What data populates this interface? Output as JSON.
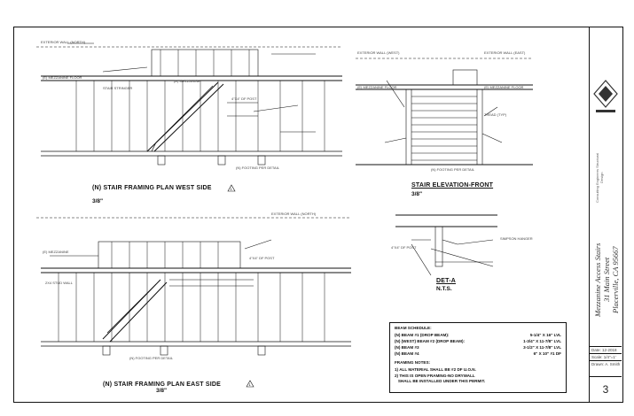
{
  "views": {
    "west": {
      "title": "(N) STAIR FRAMING PLAN WEST SIDE",
      "scale": "3/8\"",
      "tag": "1"
    },
    "front": {
      "title": "STAIR ELEVATION-FRONT",
      "scale": "3/8\""
    },
    "east": {
      "title": "(N) STAIR FRAMING PLAN EAST SIDE",
      "scale": "3/8\"",
      "tag": "1"
    },
    "detail": {
      "title": "DET-A",
      "scale": "N.T.S."
    }
  },
  "notes": {
    "beam_heading": "BEAM SCHEDULE:",
    "beams": [
      {
        "name": "(N) BEAM #1 (DROP BEAM):",
        "size": "5-1/4\" X 16\" LVL"
      },
      {
        "name": "(N) (WEST) BEAM #2   (DROP BEAM):",
        "size": "1-3/4\" X 11-7/8\" LVL"
      },
      {
        "name": "(N) BEAM #3",
        "size": "3-1/2\" X 11-7/8\" LVL"
      },
      {
        "name": "(N) BEAM #4",
        "size": "6\" X 10\" #1 DF"
      }
    ],
    "framing_heading": "FRAMING NOTES:",
    "framing": [
      "1) ALL MATERIAL SHALL BE #2 DF U.O.N.",
      "2) THIS IS OPEN FRAMING-NO DRYWALL",
      "   SHALL BE INSTALLED UNDER THIS PERMIT."
    ]
  },
  "titleblock": {
    "project_line1": "Mezzanine Access Stairs",
    "project_line2": "31 Main Street",
    "project_line3": "Placerville, CA 95667",
    "firm": "Consulting Engineers Structural Design",
    "info": [
      "Date: 12-2018",
      "Scale: 1/4\"=1'",
      "Drawn: A. Smith"
    ],
    "sheet": "3"
  },
  "labels": {
    "ext_wall_north": "EXTERIOR WALL (NORTH)",
    "ext_wall_west": "EXTERIOR WALL (WEST)",
    "ext_wall_east": "EXTERIOR WALL (EAST)",
    "mezz_floor": "(E) MEZZANINE FLOOR",
    "mezz": "(E) MEZZANINE",
    "beam_post": "4\"X4\" DF POST",
    "footing": "(N) FOOTING PER DETAIL",
    "stair_stringer": "STAIR STRINGER",
    "wall_stud": "2X4 STUD WALL",
    "tread": "TREAD (TYP)",
    "detail_note": "SIMPSON HANGER"
  }
}
